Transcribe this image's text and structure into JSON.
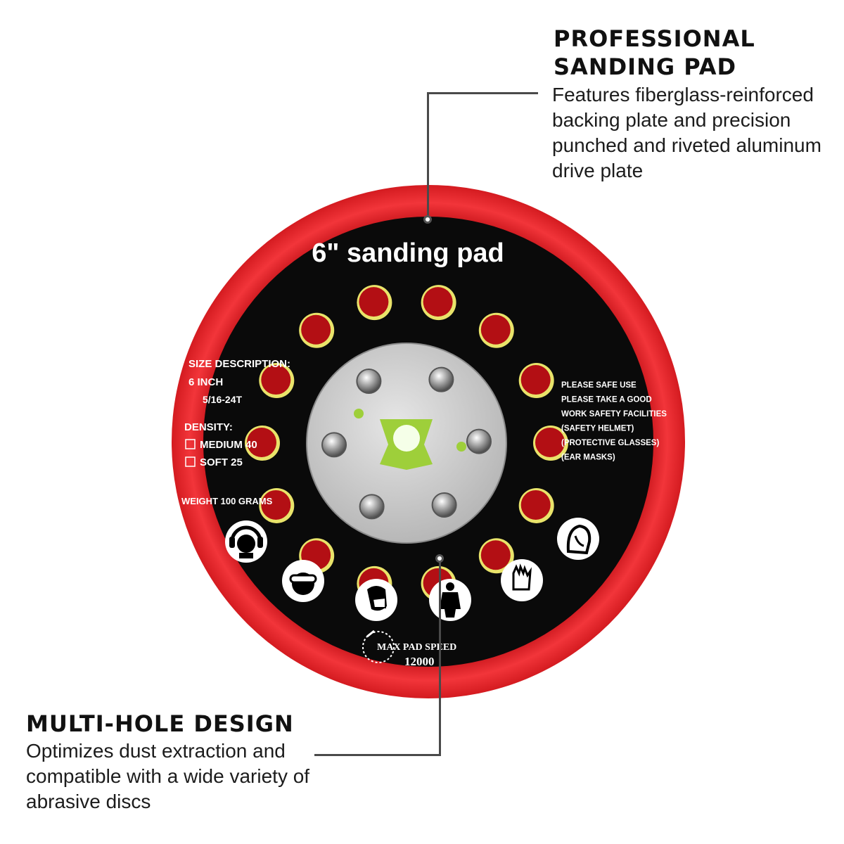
{
  "callout_top": {
    "title_line1": "PROFESSIONAL",
    "title_line2": "SANDING PAD",
    "text": "Features fiberglass-reinforced backing plate and precision punched and riveted aluminum drive plate"
  },
  "callout_bottom": {
    "title": "MULTI-HOLE DESIGN",
    "text": "Optimizes dust extraction and compatible with a wide variety of abrasive discs"
  },
  "pad": {
    "heading": "6\" sanding pad",
    "size_label": "SIZE DESCRIPTION:",
    "size_value": "6 INCH",
    "thread": "5/16-24T",
    "density_label": "DENSITY:",
    "density_options": [
      "MEDIUM 40",
      "SOFT 25"
    ],
    "weight": "WEIGHT 100 GRAMS",
    "safety_lines": [
      "PLEASE SAFE USE",
      "PLEASE TAKE A GOOD",
      "WORK SAFETY FACILITIES",
      "(SAFETY HELMET)",
      "(PROTECTIVE GLASSES)",
      "(EAR MASKS)"
    ],
    "max_speed_label": "MAX PAD SPEED",
    "max_speed_value": "12000",
    "safety_icons": [
      "ear-protection-icon",
      "goggles-icon",
      "dust-mask-icon",
      "protective-suit-icon",
      "gloves-icon",
      "head-protection-icon"
    ],
    "colors": {
      "rim": "#e8262b",
      "face": "#0a0a0a",
      "hole": "#b30f14",
      "hole_ring": "#e9e36a",
      "plate": "#cfcfcf"
    }
  }
}
